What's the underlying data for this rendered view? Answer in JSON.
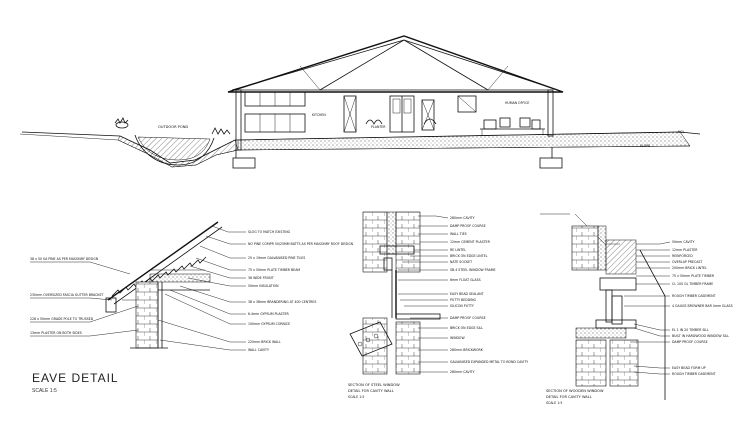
{
  "elevation": {
    "labels": {
      "outdoor_pond": "OUTDOOR POND",
      "kitchen": "KITCHEN",
      "human_office": "HUMAN OFFICE",
      "planter": "PLANTER",
      "slope": "SLOPE",
      "ngl": "NGL"
    }
  },
  "eave_detail": {
    "title": "EAVE DETAIL",
    "scale": "SCALE 1:5",
    "callouts_right": [
      "SLOG TO MATCH EXISTING",
      "NO PINE COMPR 50/25MM BATTS AS PER MASONRY ROOF DESIGN",
      "25 x 19mm GALVANISED PINE TILES",
      "75 x 50mm PLATE TIMBER BEAM",
      "38 WIDE FRONT",
      "50mm INSULATION",
      "38 x 38mm BRANDERING AT 400 CENTRES",
      "6.4mm GYPSUM PLASTER",
      "100mm GYPSUM CORNICE",
      "220mm BRICK WALL",
      "WALL CAVITY"
    ],
    "callouts_left": [
      "38 x 50 SA PINE AS PER MASONRY DESIGN",
      "230mm OVERSIZED FASCIA GUTTER BRACKET",
      "228 x 50mm GRADE POLE TO TRUSSED",
      "13mm PLASTER ON BOTH SIDES"
    ]
  },
  "steel_window": {
    "title": "SECTION OF STEEL WINDOW",
    "subtitle": "DETAIL FOR CAVITY WALL",
    "scale": "SCALE 1:5",
    "callouts": [
      "280mm CAVITY",
      "DAMP PROOF COURSE",
      "WALL TIES",
      "12mm CEMENT PLASTER",
      "RE LINTEL",
      "BRICK ON EDGE LINTEL",
      "NATE SOCKET",
      "SB.4 STEEL WINDOW FRAME",
      "6mm FLOAT GLASS",
      "EASY BEAD SEALANT",
      "PUTTY BEDDING",
      "SILICON PUTTY",
      "DAMP PROOF COURSE",
      "BRICK ON EDGE SILL",
      "WINDOW",
      "280mm BRICKWORK",
      "GALVANISED EXPANDED METAL TO BOND CAVITY",
      "280mm CAVITY"
    ]
  },
  "wooden_window": {
    "title": "SECTION OF WOODEN WINDOW",
    "subtitle": "DETAIL FOR CAVITY WALL",
    "scale": "SCALE 1:5",
    "callouts": [
      "50mm CAVITY",
      "12mm PLASTER",
      "REINFORCED",
      "OVERLAP PRECAST",
      "200mm BRICK LINTEL",
      "75 x 50mm PLATE TIMBER",
      "CL 100 GL TIMBER FRAME",
      "ROUGH TIMBER CASEMENT",
      "4 GAUGE BROWNER BAR 4mm GLASS",
      "EL 1 IN 20 TIMBER SILL",
      "BUILT IN HARDWOOD WINDOW SILL",
      "DAMP PROOF COURSE",
      "EASY BEAD FORM UP",
      "ROUGH TIMBER CASEMENT"
    ]
  }
}
